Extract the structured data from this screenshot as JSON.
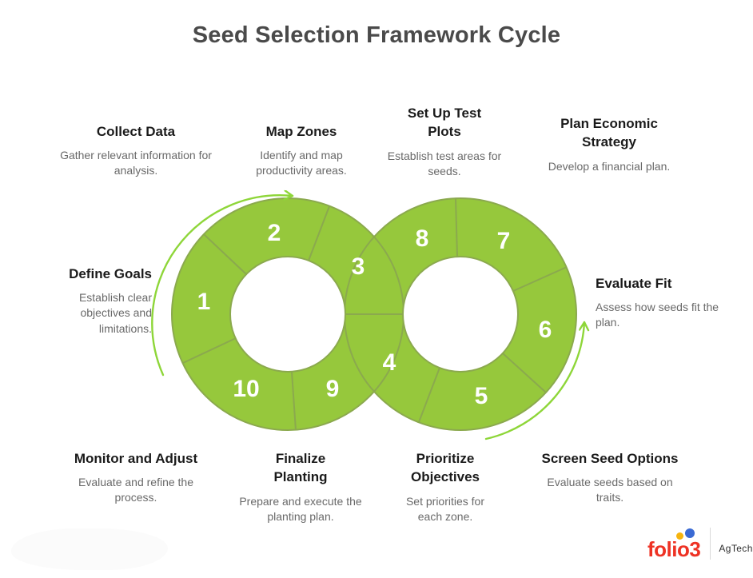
{
  "title": "Seed Selection Framework Cycle",
  "steps": [
    {
      "num": "1",
      "label": "Define Goals",
      "desc": "Establish clear objectives and limitations."
    },
    {
      "num": "2",
      "label": "Collect Data",
      "desc": "Gather relevant information for analysis."
    },
    {
      "num": "3",
      "label": "Map Zones",
      "desc": "Identify and map productivity areas."
    },
    {
      "num": "4",
      "label": "Prioritize Objectives",
      "desc": "Set priorities for each zone."
    },
    {
      "num": "5",
      "label": "Screen Seed Options",
      "desc": "Evaluate seeds based on traits."
    },
    {
      "num": "6",
      "label": "Evaluate Fit",
      "desc": "Assess how seeds fit the plan."
    },
    {
      "num": "7",
      "label": "Plan Economic Strategy",
      "desc": "Develop a financial plan."
    },
    {
      "num": "8",
      "label": "Set Up Test Plots",
      "desc": "Establish test areas for seeds."
    },
    {
      "num": "9",
      "label": "Finalize Planting",
      "desc": "Prepare and execute the planting plan."
    },
    {
      "num": "10",
      "label": "Monitor and Adjust",
      "desc": "Evaluate and refine the process."
    }
  ],
  "colors": {
    "ring_fill": "#96c83c",
    "ring_stroke": "#8ba94e",
    "arrow_green": "#8ed639",
    "number_text": "#ffffff",
    "title_text": "#4a4a4a",
    "heading_text": "#1b1b1b",
    "body_text": "#696969",
    "brand_red": "#ee3224",
    "dot_yellow": "#f6b40e",
    "dot_blue": "#3a6ad4"
  },
  "logo": {
    "brand": "folio3",
    "division": "AgTech"
  }
}
